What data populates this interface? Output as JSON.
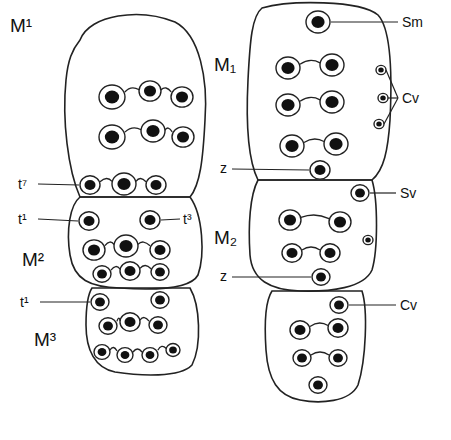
{
  "diagram": {
    "labels": [
      "M¹",
      "t⁷",
      "t¹",
      "t³",
      "M²",
      "t¹",
      "M³",
      "M₁",
      "Sm",
      "Cv",
      "z",
      "Sv",
      "M₂",
      "z",
      "Cv"
    ]
  }
}
